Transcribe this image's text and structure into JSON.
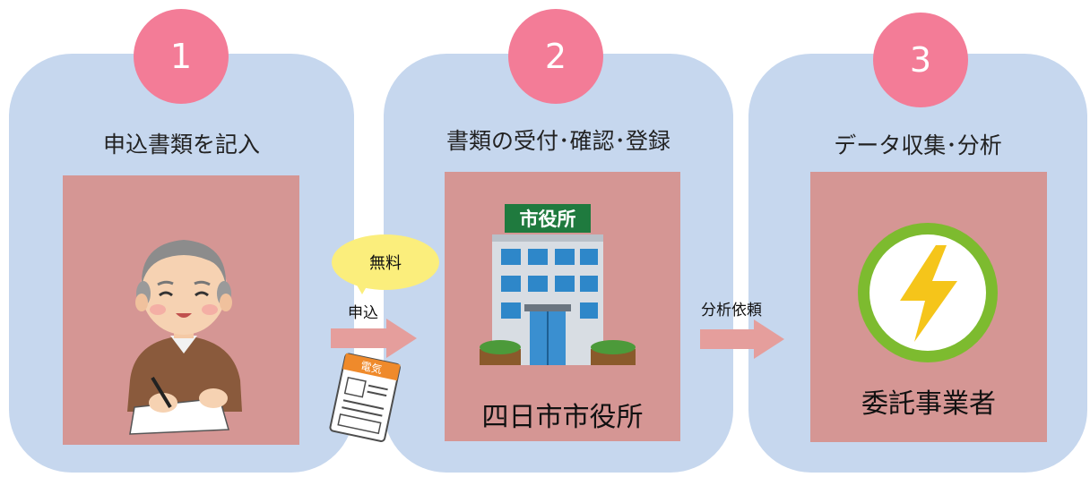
{
  "steps": [
    {
      "number": "1",
      "title": "申込書類を記入"
    },
    {
      "number": "2",
      "title": "書類の受付･確認･登録",
      "label": "四日市市役所",
      "building_sign": "市役所"
    },
    {
      "number": "3",
      "title": "データ収集･分析",
      "label": "委託事業者"
    }
  ],
  "flow": {
    "bubble_text": "無料",
    "apply_label": "申込",
    "request_label": "分析依頼"
  },
  "form_paper": {
    "header": "電気"
  },
  "colors": {
    "panel": "#c6d7ee",
    "content_box": "#d59694",
    "step_circle": "#f37c97",
    "arrow": "#e59e9c",
    "bubble": "#fbee7c"
  },
  "icons": [
    "elderly-man-writing-icon",
    "electricity-form-icon",
    "city-hall-building-icon",
    "lightning-badge-icon"
  ]
}
